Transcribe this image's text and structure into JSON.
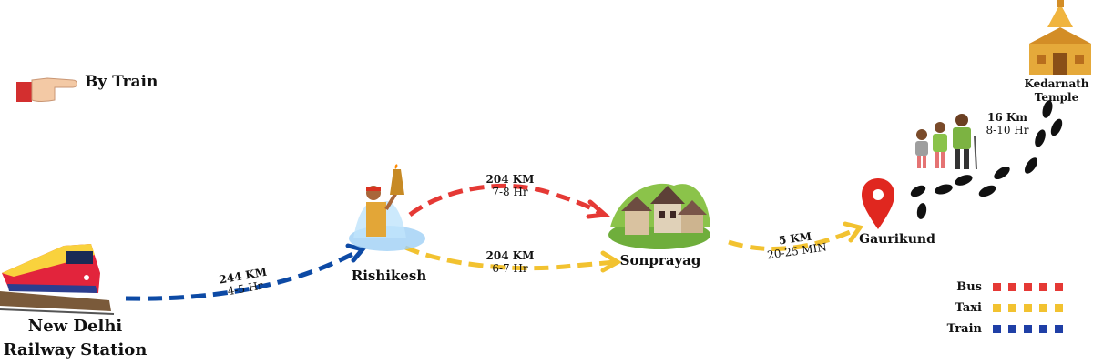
{
  "header": {
    "label": "By Train"
  },
  "places": {
    "origin_line1": "New Delhi",
    "origin_line2": "Railway Station",
    "rishikesh": "Rishikesh",
    "sonprayag": "Sonprayag",
    "gaurikund": "Gaurikund",
    "temple_line1": "Kedarnath",
    "temple_line2": "Temple"
  },
  "legs": [
    {
      "distance": "244 KM",
      "time": "4-5 Hr",
      "mode": "train"
    },
    {
      "distance": "204 KM",
      "time": "7-8 Hr",
      "mode": "bus"
    },
    {
      "distance": "204 KM",
      "time": "6-7 Hr",
      "mode": "taxi"
    },
    {
      "distance": "5 KM",
      "time": "20-25 MIN",
      "mode": "taxi"
    },
    {
      "distance": "16 Km",
      "time": "8-10 Hr",
      "mode": "trek"
    }
  ],
  "legend": {
    "bus": "Bus",
    "taxi": "Taxi",
    "train": "Train"
  },
  "colors": {
    "bus": "#e53935",
    "taxi": "#f2c230",
    "train": "#1f3fa6",
    "route_blue": "#0d4aa5",
    "pin": "#e0271f"
  },
  "icons": [
    "pointing-hand-icon",
    "train-icon",
    "rishikesh-aarti-icon",
    "village-icon",
    "location-pin-icon",
    "hikers-icon",
    "footprints-icon",
    "temple-icon"
  ]
}
